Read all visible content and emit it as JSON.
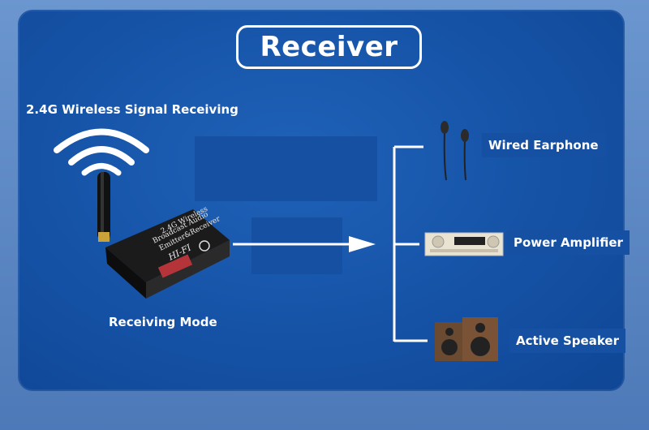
{
  "title": "Receiver",
  "source": {
    "signal_label": "2.4G Wireless Signal Receiving",
    "mode_label": "Receiving Mode",
    "device_text": [
      "2.4G Wireless",
      "Broadcast Audio",
      "Emitter&Receiver",
      "HI-FI"
    ]
  },
  "outputs": [
    {
      "label": "Wired Earphone",
      "icon": "earphone-icon"
    },
    {
      "label": "Power Amplifier",
      "icon": "amplifier-icon"
    },
    {
      "label": "Active Speaker",
      "icon": "speaker-icon"
    }
  ],
  "colors": {
    "panel": "#1552a6",
    "line": "#ffffff",
    "frame": "#5a86c3"
  }
}
